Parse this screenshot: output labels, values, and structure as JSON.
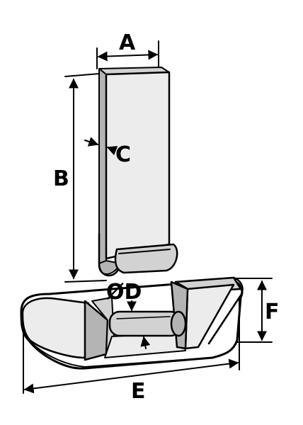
{
  "diagram": {
    "labels": {
      "a": "A",
      "b": "B",
      "c": "C",
      "d": "ØD",
      "e": "E",
      "f": "F"
    },
    "colors": {
      "ink": "#000000",
      "paper": "#ffffff",
      "shade_light": "#ececec",
      "shade_mid": "#d2d2d2",
      "shade_dark": "#b4b4b4"
    }
  }
}
